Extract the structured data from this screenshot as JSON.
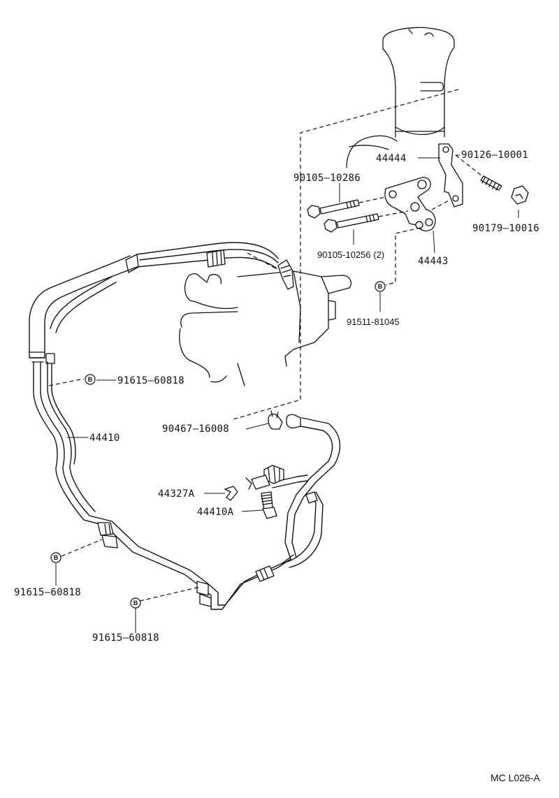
{
  "diagram": {
    "code": "MC  L026-A",
    "labels": {
      "p44444": "44444",
      "p90126": "90126–10001",
      "p90105_286": "90105–10286",
      "p90179": "90179–10016",
      "p90105_256": "90105-10256 (2)",
      "p44443": "44443",
      "p91511": "91511-81045",
      "p91615_a": "91615–60818",
      "p44410": "44410",
      "p90467": "90467–16008",
      "p44327": "44327A",
      "p44410a": "44410A",
      "p91615_b": "91615–60818",
      "p91615_c": "91615–60818"
    },
    "marker": "B"
  }
}
